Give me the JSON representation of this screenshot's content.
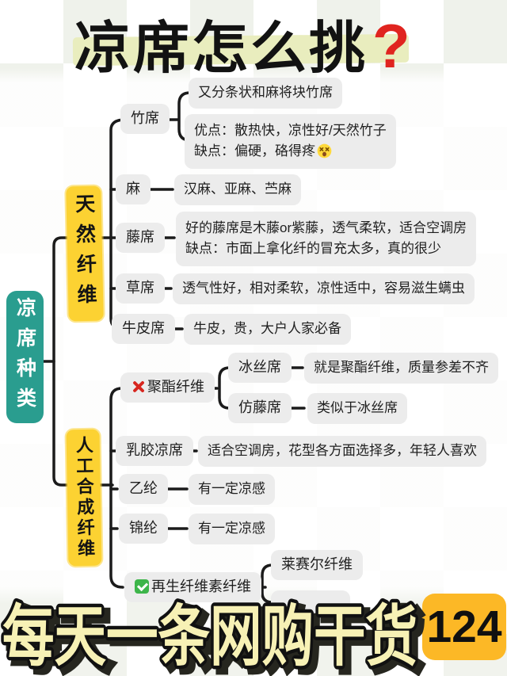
{
  "title": {
    "text": "凉席怎么挑",
    "mark": "?"
  },
  "root": {
    "label": "凉席种类"
  },
  "branches": {
    "natural": {
      "label": "天然纤维",
      "children": {
        "zhuxi": {
          "label": "竹席",
          "type_note": "又分条状和麻将块竹席",
          "pros_cons": "优点：散热快，凉性好/天然竹子\n缺点：偏硬，硌得疼"
        },
        "ma": {
          "label": "麻",
          "desc": "汉麻、亚麻、苎麻"
        },
        "teng": {
          "label": "藤席",
          "desc": "好的藤席是木藤or紫藤，透气柔软，适合空调房\n缺点：市面上拿化纤的冒充太多，真的很少"
        },
        "cao": {
          "label": "草席",
          "desc": "透气性好，相对柔软，凉性适中，容易滋生螨虫"
        },
        "niupi": {
          "label": "牛皮席",
          "desc": "牛皮，贵，大户人家必备"
        }
      }
    },
    "synthetic": {
      "label": "人工合成纤维",
      "children": {
        "juzhi": {
          "label": "聚酯纤维",
          "icon": "cross-mark",
          "children": {
            "bingsi": {
              "label": "冰丝席",
              "desc": "就是聚酯纤维，质量参差不齐"
            },
            "fangteng": {
              "label": "仿藤席",
              "desc": "类似于冰丝席"
            }
          }
        },
        "rujiao": {
          "label": "乳胶凉席",
          "desc": "适合空调房，花型各方面选择多，年轻人喜欢"
        },
        "yilun": {
          "label": "乙纶",
          "desc": "有一定凉感"
        },
        "jinlun": {
          "label": "锦纶",
          "desc": "有一定凉感"
        },
        "zaisheng": {
          "label": "再生纤维素纤维",
          "icon": "check-mark",
          "children": {
            "laisaier": {
              "label": "莱赛尔纤维"
            }
          }
        }
      }
    }
  },
  "footer": {
    "banner": "每天一条网购干货",
    "badge": "124"
  },
  "icons": {
    "question_mark": "red-question-mark",
    "cross_mark": "red-cross-mark",
    "check_mark": "green-check-mark",
    "dizzy_face": "dizzy-face-emoji"
  },
  "colors": {
    "root_node": "#2a9d8f",
    "branch_highlight": "#fcd232",
    "title_highlight": "#e9edbe",
    "bubble": "#ececec",
    "question_mark": "#e0241f",
    "cross_mark": "#d7261f",
    "check_mark": "#3db54a",
    "badge": "#fcb826",
    "banner_fill": "#f7f1b5",
    "connector": "#1b1b1b"
  }
}
